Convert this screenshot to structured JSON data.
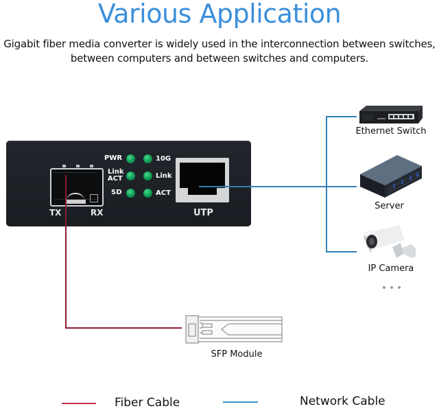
{
  "header": {
    "title": "Various Application",
    "subtitle_line1": "Gigabit fiber media converter is widely used in the interconnection between switches,",
    "subtitle_line2": "between computers and between switches and computers."
  },
  "converter": {
    "fiber_port": {
      "tx_label": "TX",
      "rx_label": "RX"
    },
    "leds_left": [
      {
        "label": "PWR"
      },
      {
        "label": "Link\nACT",
        "label_line1": "Link",
        "label_line2": "ACT"
      },
      {
        "label": "SD"
      }
    ],
    "leds_right": [
      {
        "label": "10G"
      },
      {
        "label": "Link"
      },
      {
        "label": "ACT"
      }
    ],
    "led_color": "#12a35a",
    "utp_label": "UTP"
  },
  "network_devices": [
    {
      "label": "Ethernet Switch",
      "icon": "ethernet-switch-icon"
    },
    {
      "label": "Server",
      "icon": "server-icon"
    },
    {
      "label": "IP Camera",
      "icon": "ip-camera-icon"
    }
  ],
  "more_indicator": "...",
  "sfp_module": {
    "label": "SFP Module",
    "icon": "sfp-module-icon"
  },
  "legend": [
    {
      "label": "Fiber Cable",
      "color": "#c0304a"
    },
    {
      "label": "Network Cable",
      "color": "#3a95c8"
    }
  ],
  "colors": {
    "title": "#3b8fdc",
    "fiber_line": "#8c1d2f",
    "network_line": "#2f7fb8"
  }
}
